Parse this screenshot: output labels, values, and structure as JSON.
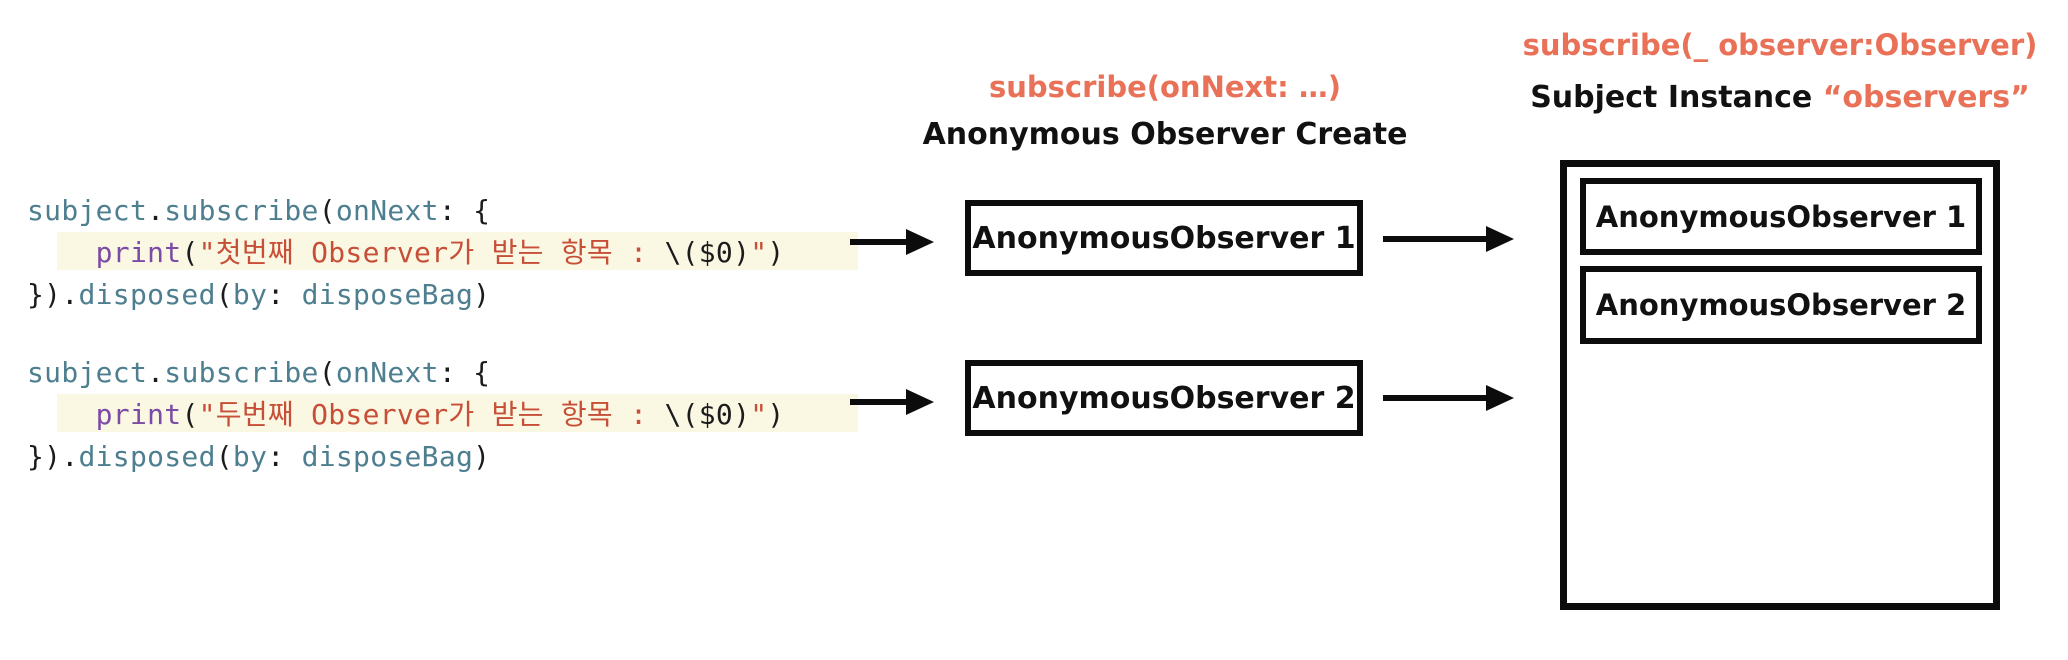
{
  "colors": {
    "accent_coral": "#e97157",
    "code_teal": "#4e7f90",
    "code_purple": "#7b4ba5",
    "code_string_red": "#c74f37",
    "code_highlight_bg": "#faf7e3",
    "diagram_black": "#111111"
  },
  "code_blocks": [
    {
      "lines": [
        {
          "highlight": false,
          "tokens": [
            {
              "text": "subject",
              "color": "teal"
            },
            {
              "text": ".",
              "color": "plain"
            },
            {
              "text": "subscribe",
              "color": "teal"
            },
            {
              "text": "(",
              "color": "plain"
            },
            {
              "text": "onNext",
              "color": "teal"
            },
            {
              "text": ": {",
              "color": "plain"
            }
          ]
        },
        {
          "highlight": true,
          "tokens": [
            {
              "text": "    ",
              "color": "plain"
            },
            {
              "text": "print",
              "color": "purple"
            },
            {
              "text": "(",
              "color": "plain"
            },
            {
              "text": "\"첫번째 Observer가 받는 항목 : ",
              "color": "string"
            },
            {
              "text": "\\($0)",
              "color": "plain"
            },
            {
              "text": "\"",
              "color": "string"
            },
            {
              "text": ")",
              "color": "plain"
            }
          ]
        },
        {
          "highlight": false,
          "tokens": [
            {
              "text": "}).",
              "color": "plain"
            },
            {
              "text": "disposed",
              "color": "teal"
            },
            {
              "text": "(",
              "color": "plain"
            },
            {
              "text": "by",
              "color": "teal"
            },
            {
              "text": ": ",
              "color": "plain"
            },
            {
              "text": "disposeBag",
              "color": "teal"
            },
            {
              "text": ")",
              "color": "plain"
            }
          ]
        }
      ]
    },
    {
      "lines": [
        {
          "highlight": false,
          "tokens": [
            {
              "text": "subject",
              "color": "teal"
            },
            {
              "text": ".",
              "color": "plain"
            },
            {
              "text": "subscribe",
              "color": "teal"
            },
            {
              "text": "(",
              "color": "plain"
            },
            {
              "text": "onNext",
              "color": "teal"
            },
            {
              "text": ": {",
              "color": "plain"
            }
          ]
        },
        {
          "highlight": true,
          "tokens": [
            {
              "text": "    ",
              "color": "plain"
            },
            {
              "text": "print",
              "color": "purple"
            },
            {
              "text": "(",
              "color": "plain"
            },
            {
              "text": "\"두번째 Observer가 받는 항목 : ",
              "color": "string"
            },
            {
              "text": "\\($0)",
              "color": "plain"
            },
            {
              "text": "\"",
              "color": "string"
            },
            {
              "text": ")",
              "color": "plain"
            }
          ]
        },
        {
          "highlight": false,
          "tokens": [
            {
              "text": "}).",
              "color": "plain"
            },
            {
              "text": "disposed",
              "color": "teal"
            },
            {
              "text": "(",
              "color": "plain"
            },
            {
              "text": "by",
              "color": "teal"
            },
            {
              "text": ": ",
              "color": "plain"
            },
            {
              "text": "disposeBag",
              "color": "teal"
            },
            {
              "text": ")",
              "color": "plain"
            }
          ]
        }
      ]
    }
  ],
  "middle": {
    "method_label": "subscribe(onNext: …)",
    "title_label": "Anonymous Observer Create",
    "boxes": [
      "AnonymousObserver 1",
      "AnonymousObserver 2"
    ]
  },
  "right": {
    "method_label": "subscribe(_ observer:Observer)",
    "title_prefix": "Subject Instance ",
    "title_quoted": "“observers”",
    "boxes": [
      "AnonymousObserver 1",
      "AnonymousObserver 2"
    ]
  }
}
